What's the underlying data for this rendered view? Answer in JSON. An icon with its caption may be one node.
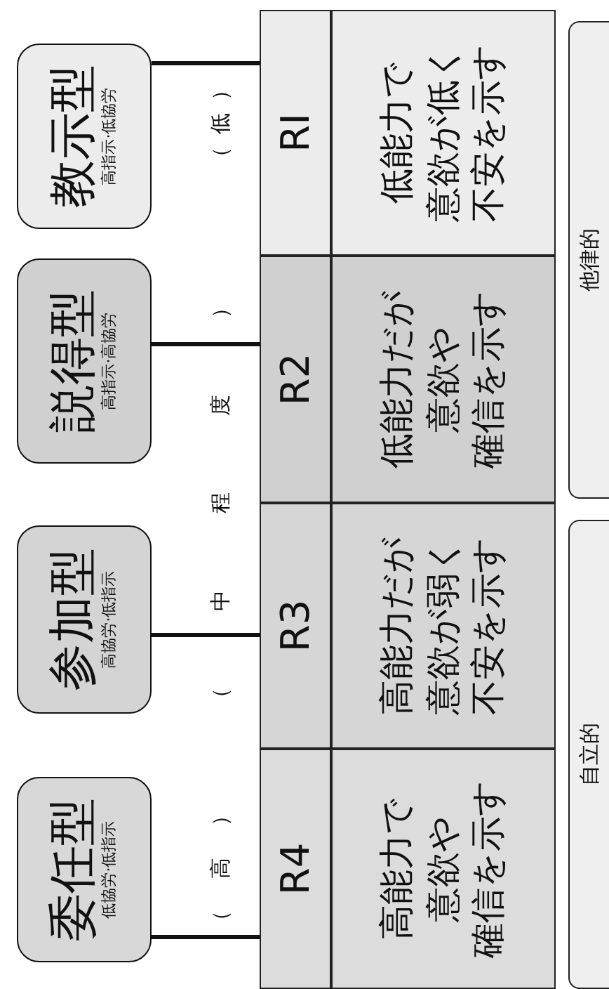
{
  "diagram": {
    "nodes": [
      {
        "text": [
          "委任型",
          "低協労·低指示"
        ]
      },
      {
        "text": [
          "参加型",
          "高協労·低指示"
        ]
      },
      {
        "text": [
          "説得型",
          "高指示·高協労"
        ]
      },
      {
        "text": [
          "教示型",
          "高指示·低協労"
        ]
      },
      {
        "text": [
          "R4"
        ]
      },
      {
        "text": [
          "R3"
        ]
      },
      {
        "text": [
          "R2"
        ]
      },
      {
        "text": [
          "RI"
        ]
      },
      {
        "text": [
          "高能力で意欲や確信を示す"
        ]
      },
      {
        "text": [
          "高能力だが意欲が弱く不安を示す"
        ]
      },
      {
        "text": [
          "低能力だが意欲や確信を示す"
        ]
      },
      {
        "text": [
          "低能力で意欲が低く不安を示す"
        ]
      },
      {
        "text": [
          "自立的"
        ]
      },
      {
        "text": [
          "他律的"
        ]
      }
    ],
    "edges": [
      {
        "from": 0,
        "to": 4,
        "arrow": "none"
      },
      {
        "from": 1,
        "to": 5,
        "arrow": "none"
      },
      {
        "from": 2,
        "to": 6,
        "arrow": "none"
      },
      {
        "from": 3,
        "to": 7,
        "arrow": "none"
      }
    ],
    "labels": [
      "（高）",
      "（中程度）",
      "（低）"
    ]
  }
}
